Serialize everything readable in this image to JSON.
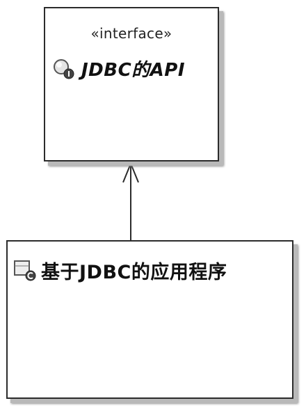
{
  "diagram": {
    "interface_node": {
      "stereotype": "«interface»",
      "name": "JDBC的API",
      "icon": "interface-icon"
    },
    "class_node": {
      "name": "基于JDBC的应用程序",
      "icon": "class-icon"
    },
    "relationship": {
      "type": "dependency",
      "direction": "class-to-interface",
      "arrowhead": "open"
    },
    "colors": {
      "border": "#2b2b2b",
      "shadow": "#b9b9b9",
      "background": "#ffffff"
    }
  }
}
